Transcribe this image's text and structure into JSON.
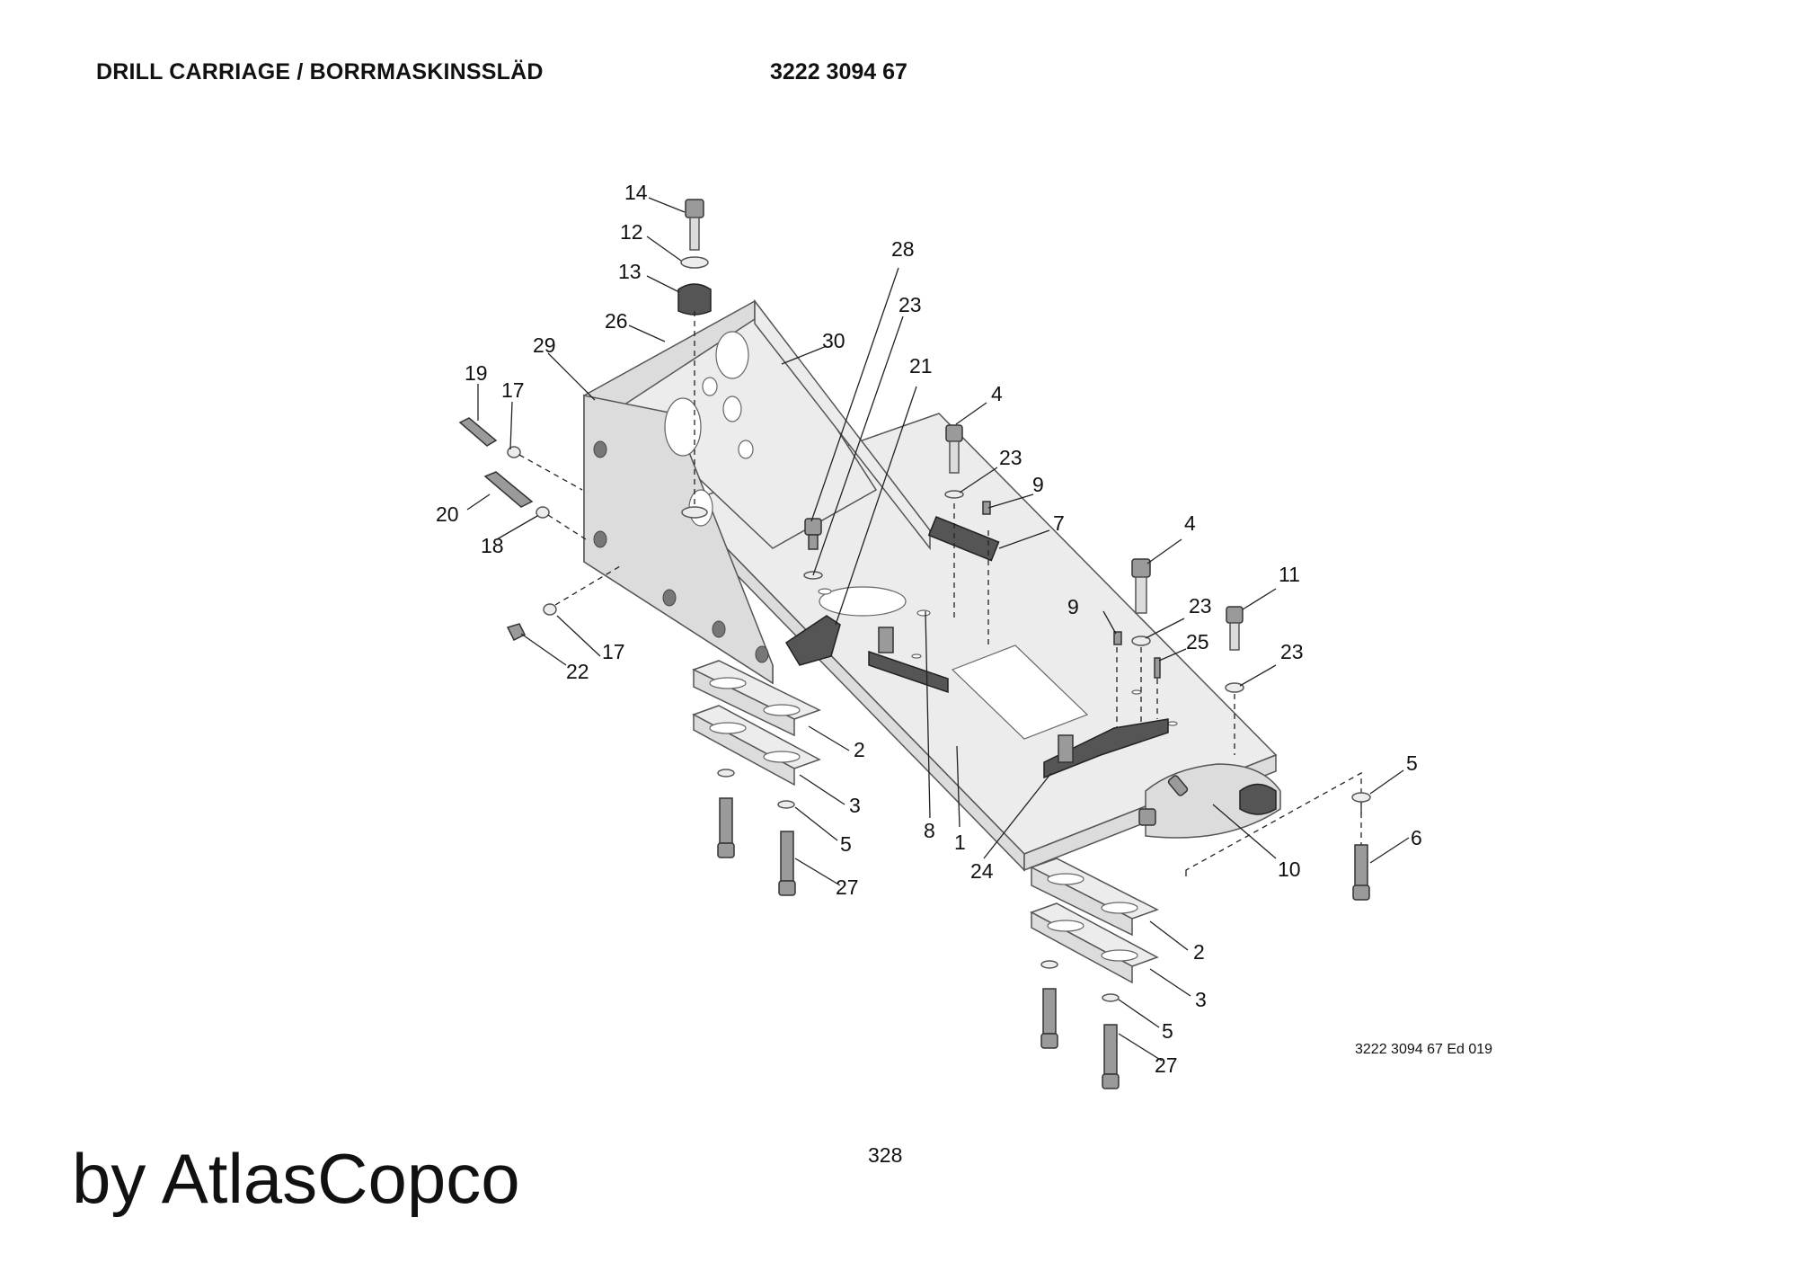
{
  "header": {
    "title": "DRILL CARRIAGE / BORRMASKINSSLÄD",
    "part_number": "3222 3094 67"
  },
  "footer": {
    "page_number": "328",
    "edition": "3222 3094 67 Ed 019",
    "watermark": "by AtlasCopco"
  },
  "callouts": {
    "c14": "14",
    "c12": "12",
    "c13": "13",
    "c28": "28",
    "c23a": "23",
    "c26": "26",
    "c30": "30",
    "c29": "29",
    "c21": "21",
    "c19": "19",
    "c17a": "17",
    "c4a": "4",
    "c23b": "23",
    "c9a": "9",
    "c20": "20",
    "c18": "18",
    "c7": "7",
    "c4b": "4",
    "c11": "11",
    "c9b": "9",
    "c23c": "23",
    "c25": "25",
    "c23d": "23",
    "c17b": "17",
    "c22": "22",
    "c2a": "2",
    "c5a": "5",
    "c3a": "3",
    "c8": "8",
    "c1": "1",
    "c5b": "5",
    "c6": "6",
    "c10": "10",
    "c24": "24",
    "c27a": "27",
    "c2b": "2",
    "c3b": "3",
    "c5c": "5",
    "c27b": "27"
  }
}
